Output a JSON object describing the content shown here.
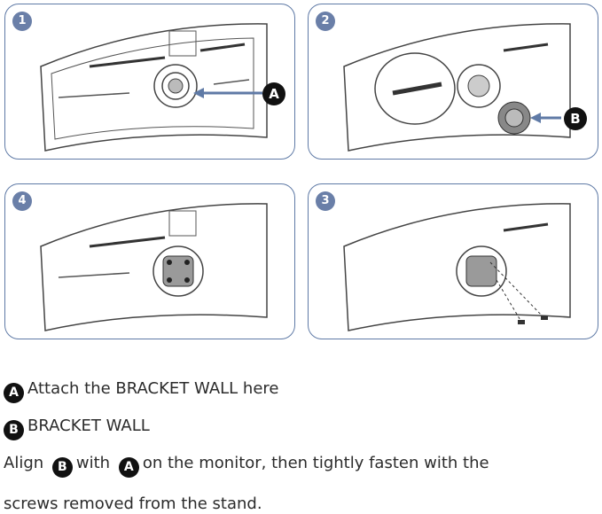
{
  "panels": [
    {
      "step": "1",
      "callout": "A"
    },
    {
      "step": "2",
      "callout": "B"
    },
    {
      "step": "4"
    },
    {
      "step": "3"
    }
  ],
  "legend": {
    "a_badge": "A",
    "a_text": "Attach the BRACKET WALL here",
    "b_badge": "B",
    "b_text": "BRACKET WALL",
    "align_text_1": "Align",
    "align_badge_b": "B",
    "align_text_2": "with",
    "align_badge_a": "A",
    "align_text_3": "on the monitor, then tightly fasten with the",
    "align_text_4": "screws removed from the stand."
  }
}
